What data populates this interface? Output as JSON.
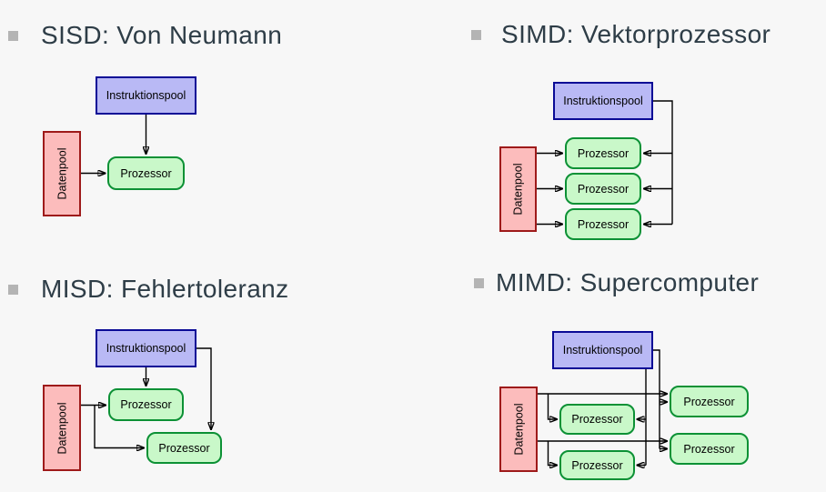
{
  "page": {
    "background": "#f7f7f7"
  },
  "colors": {
    "page_background": "#f7f7f7",
    "heading_text": "#2e3d47",
    "bullet": "#b4b4b4",
    "instruction_fill": "#b9b9f5",
    "instruction_border": "#0a0a96",
    "data_fill": "#fcbcbc",
    "data_border": "#9e1a1a",
    "processor_fill": "#c9f8c9",
    "processor_border": "#0c9135",
    "arrow": "#000000"
  },
  "labels": {
    "instruction_pool": "Instruktionspool",
    "data_pool": "Datenpool",
    "processor": "Prozessor"
  },
  "sections": [
    {
      "id": "sisd",
      "title": "SISD: Von Neumann",
      "instruction_pools": 1,
      "data_pools": 1,
      "processors": 1
    },
    {
      "id": "simd",
      "title": "SIMD: Vektorprozessor",
      "instruction_pools": 1,
      "data_pools": 1,
      "processors": 3
    },
    {
      "id": "misd",
      "title": "MISD: Fehlertoleranz",
      "instruction_pools": 1,
      "data_pools": 1,
      "processors": 2
    },
    {
      "id": "mimd",
      "title": "MIMD: Supercomputer",
      "instruction_pools": 1,
      "data_pools": 1,
      "processors": 4
    }
  ]
}
